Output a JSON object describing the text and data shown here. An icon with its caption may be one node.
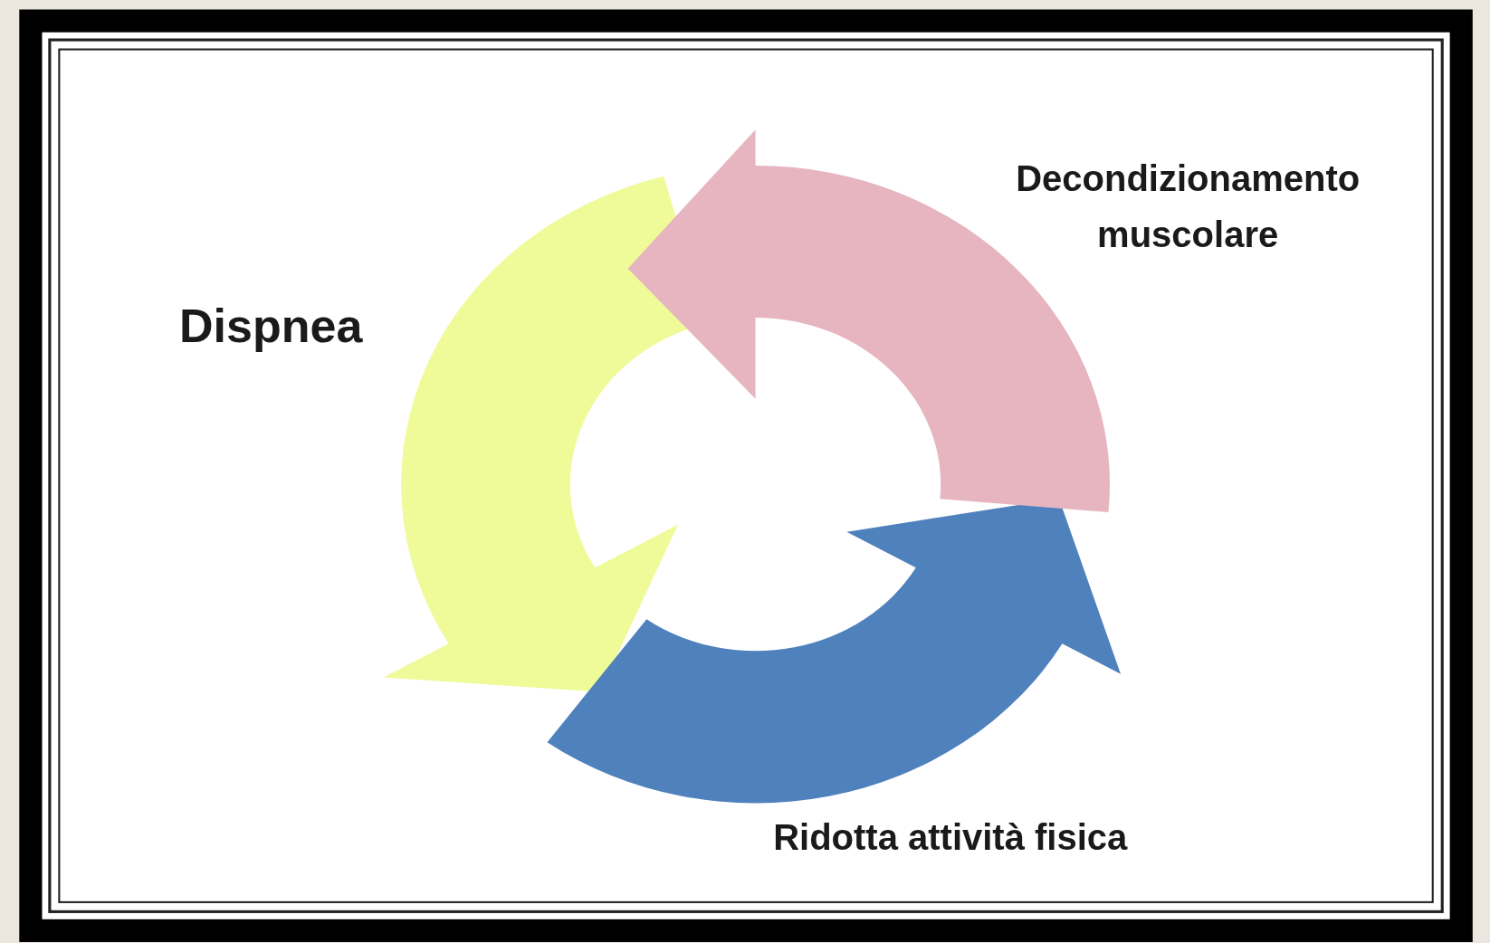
{
  "diagram": {
    "nodes": [
      {
        "text": [
          "Dispnea"
        ]
      },
      {
        "text": [
          "Ridotta attività fisica"
        ]
      },
      {
        "text": [
          "Decondizionamento muscolare"
        ]
      }
    ],
    "edges": [
      {
        "from": 0,
        "to": 1,
        "arrow": "to",
        "style": "thick",
        "color": "#eefb98"
      },
      {
        "from": 1,
        "to": 2,
        "arrow": "to",
        "style": "thick",
        "color": "#4f81bd"
      },
      {
        "from": 2,
        "to": 0,
        "arrow": "to",
        "style": "thick",
        "color": "#e6b5c0"
      }
    ]
  }
}
